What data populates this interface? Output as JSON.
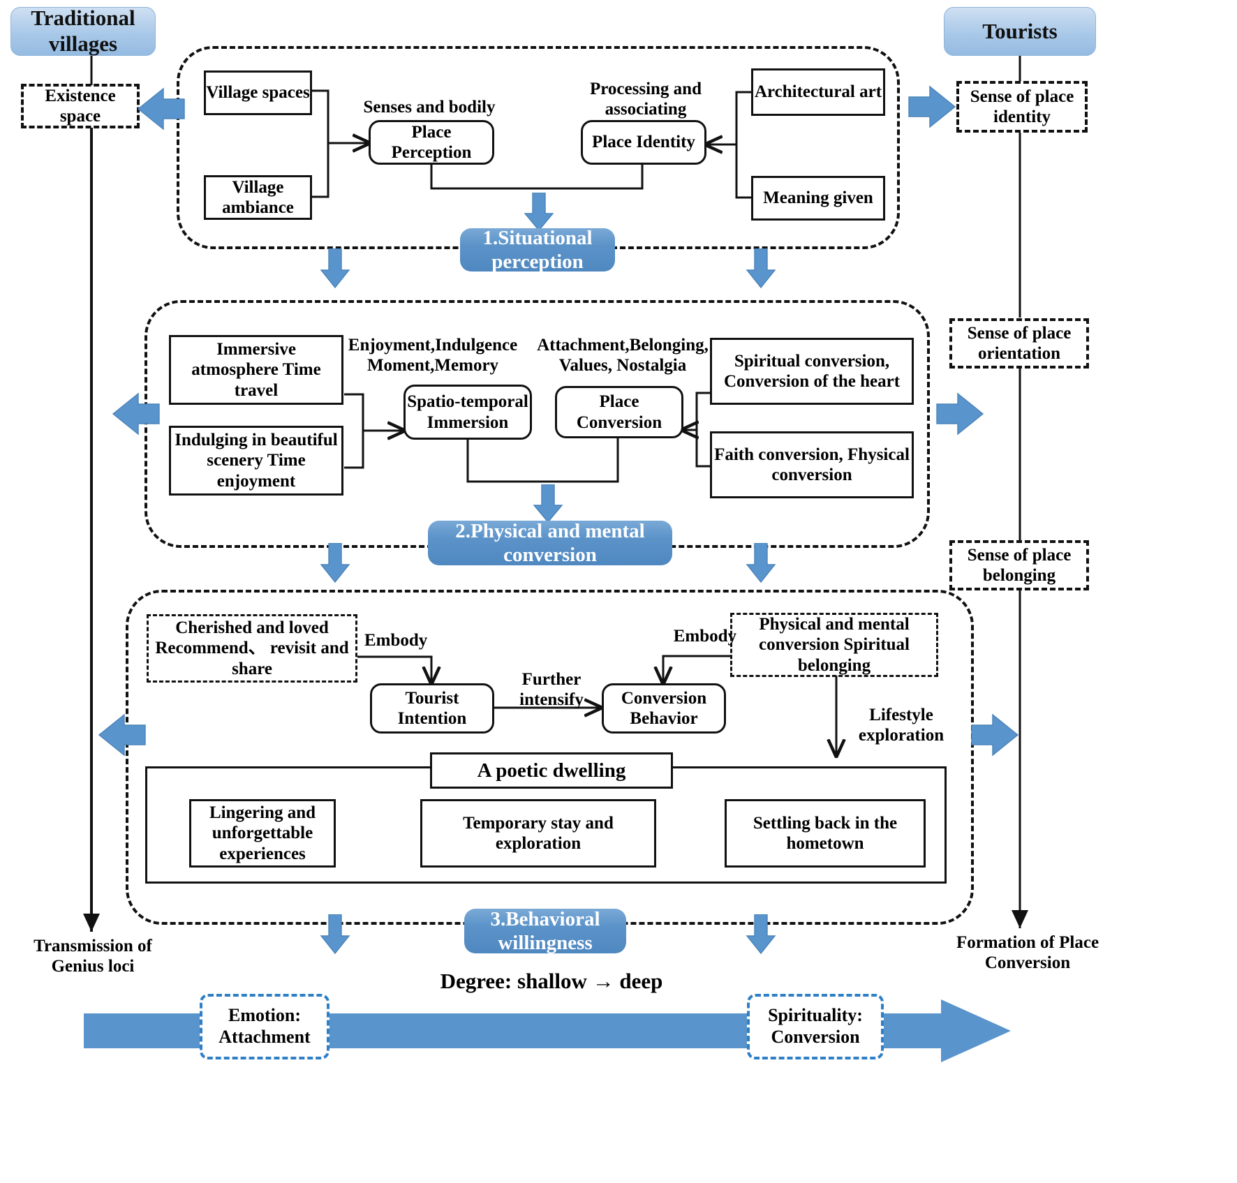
{
  "diagram": {
    "title_left": "Traditional villages",
    "title_right": "Tourists",
    "degree_caption": "Degree: shallow → deep",
    "bottom_left_note": "Transmission of Genius loci",
    "bottom_right_note": "Formation of Place Conversion",
    "accent_blue": "#5b93c9",
    "pill_blue": "#a9c8e8",
    "arrow_blue": "#5a94cc"
  },
  "left_column": {
    "header": "Traditional villages",
    "existence_space": "Existence space",
    "footer_note": "Transmission of Genius loci"
  },
  "right_column": {
    "header": "Tourists",
    "sense_identity": "Sense of place identity",
    "sense_orientation": "Sense of place orientation",
    "sense_belonging": "Sense of place belonging",
    "footer_note": "Formation of Place Conversion"
  },
  "stage1": {
    "badge": "1.Situational perception",
    "village_spaces": "Village spaces",
    "village_ambiance": "Village ambiance",
    "senses_label": "Senses and bodily",
    "place_perception": "Place Perception",
    "processing_label": "Processing and associating",
    "place_identity": "Place Identity",
    "architectural_art": "Architectural art",
    "meaning_given": "Meaning given"
  },
  "stage2": {
    "badge": "2.Physical and mental conversion",
    "immersive": "Immersive atmosphere Time travel",
    "indulging": "Indulging in beautiful scenery Time enjoyment",
    "enjoyment_label": "Enjoyment,Indulgence Moment,Memory",
    "spatio_temporal": "Spatio-temporal Immersion",
    "attachment_label": "Attachment,Belonging, Values, Nostalgia",
    "place_conversion": "Place Conversion",
    "spiritual_conversion": "Spiritual conversion, Conversion of the heart",
    "faith_conversion": "Faith conversion, Fhysical conversion"
  },
  "stage3": {
    "badge": "3.Behavioral willingness",
    "cherished": "Cherished and loved Recommend、 revisit and share",
    "embody_left": "Embody",
    "tourist_intention": "Tourist Intention",
    "further_intensify": "Further intensify",
    "conversion_behavior": "Conversion Behavior",
    "embody_right": "Embody",
    "physical_mental": "Physical and mental conversion Spiritual belonging",
    "lifestyle_exploration": "Lifestyle exploration",
    "poetic_dwelling": "A poetic dwelling",
    "lingering": "Lingering and unforgettable experiences",
    "temporary_stay": "Temporary stay and exploration",
    "settling_back": "Settling back in the hometown"
  },
  "bottom_bar": {
    "degree": "Degree: shallow → deep",
    "emotion": "Emotion: Attachment",
    "spirituality": "Spirituality: Conversion"
  }
}
